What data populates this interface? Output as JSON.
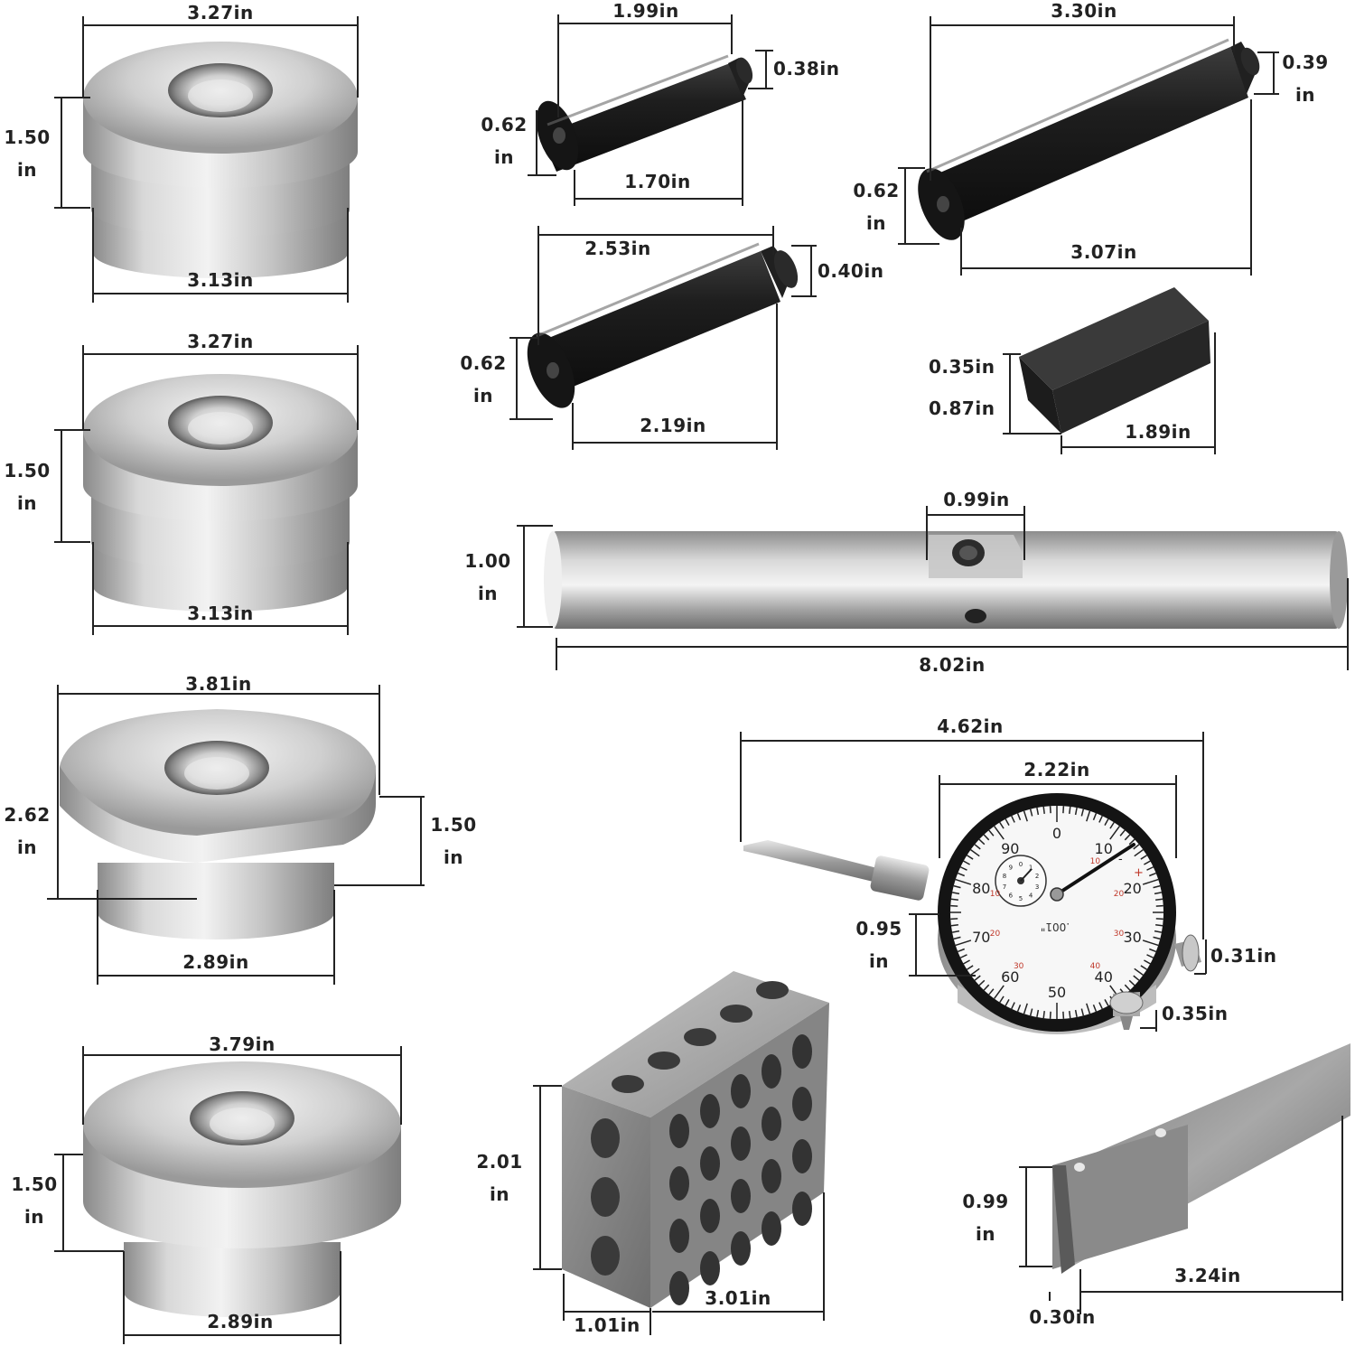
{
  "colors": {
    "steel_light": "#e6e6e6",
    "steel_mid": "#b8b8b8",
    "steel_dark": "#7c7c7c",
    "black_anodized": "#1c1c1c",
    "dimension_line": "#222222",
    "gauge_red": "#c0392b"
  },
  "dimensions": {
    "bushing1": {
      "top_width": "3.27in",
      "height_value": "1.50",
      "height_unit": "in",
      "base_width": "3.13in"
    },
    "bushing2": {
      "top_width": "3.27in",
      "height_value": "1.50",
      "height_unit": "in",
      "base_width": "3.13in"
    },
    "bushing3": {
      "top_width": "3.81in",
      "total_height_value": "2.62",
      "total_height_unit": "in",
      "step_height_value": "1.50",
      "step_height_unit": "in",
      "base_width": "2.89in"
    },
    "bushing4": {
      "top_width": "3.79in",
      "height_value": "1.50",
      "height_unit": "in",
      "base_width": "2.89in"
    },
    "pin_small": {
      "length": "1.99in",
      "tip_diameter": "0.38in",
      "diameter_value": "0.62",
      "diameter_unit": "in",
      "body_length": "1.70in"
    },
    "pin_long": {
      "length": "3.30in",
      "tip_diameter_value": "0.39",
      "tip_diameter_unit": "in",
      "diameter_value": "0.62",
      "diameter_unit": "in",
      "body_length": "3.07in"
    },
    "pin_medium": {
      "length": "2.53in",
      "tip_diameter": "0.40in",
      "diameter_value": "0.62",
      "diameter_unit": "in",
      "body_length": "2.19in"
    },
    "magnet_block": {
      "thickness": "0.35in",
      "width": "0.87in",
      "length": "1.89in"
    },
    "shaft": {
      "flat_width": "0.99in",
      "diameter_value": "1.00",
      "diameter_unit": "in",
      "length": "8.02in"
    },
    "dial_indicator": {
      "overall_length": "4.62in",
      "dial_diameter": "2.22in",
      "thickness_value": "0.95",
      "thickness_unit": "in",
      "knob_size": "0.31in",
      "stem_size": "0.35in"
    },
    "block_123": {
      "height_value": "2.01",
      "height_unit": "in",
      "width": "1.01in",
      "length": "3.01in"
    },
    "feeler_gauge": {
      "height_value": "0.99",
      "height_unit": "in",
      "length": "3.24in",
      "thickness": "0.30in"
    }
  },
  "dial_face": {
    "outer_numbers": [
      "0",
      "10",
      "20",
      "30",
      "40",
      "50",
      "60",
      "70",
      "80",
      "90"
    ],
    "inner_red_numbers": [
      "10",
      "20",
      "30",
      "40",
      "30",
      "20",
      "10"
    ],
    "resolution_text": ".001\"",
    "plus_sign": "+",
    "minus_sign": "-",
    "small_dial_numbers": [
      "0",
      "1",
      "2",
      "3",
      "4",
      "5",
      "6",
      "7",
      "8",
      "9"
    ]
  }
}
